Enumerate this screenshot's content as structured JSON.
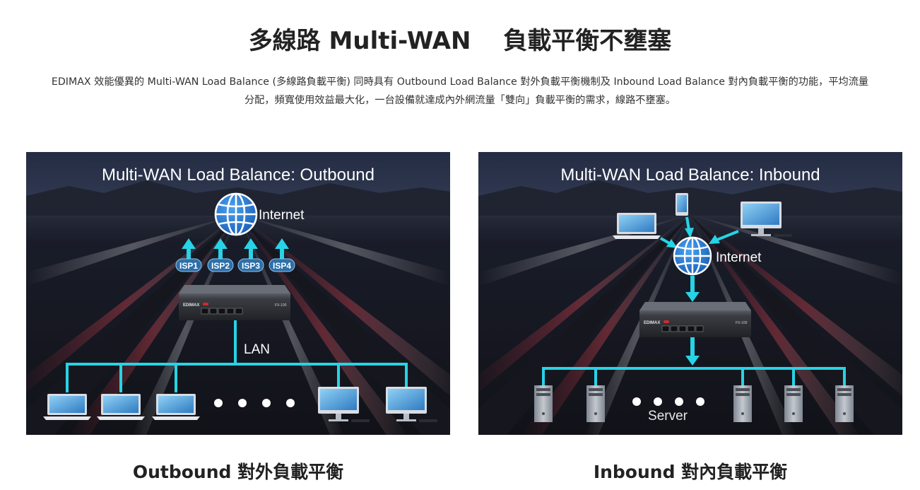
{
  "page": {
    "title": "多線路 Multi-WAN　 負載平衡不壅塞",
    "intro_line1": "EDIMAX 效能優異的 Multi-WAN Load Balance (多線路負載平衡) 同時具有 Outbound Load Balance 對外負載平衡機制及 Inbound Load Balance 對內負載平衡的功能，平均流量",
    "intro_line2": "分配，頻寬使用效益最大化，一台設備就達成內外網流量「雙向」負載平衡的需求，線路不壅塞。"
  },
  "outbound": {
    "title": "Multi-WAN Load Balance: Outbound",
    "internet_label": "Internet",
    "isp_labels": [
      "ISP1",
      "ISP2",
      "ISP3",
      "ISP4"
    ],
    "lan_label": "LAN",
    "device_brand": "EDIMAX",
    "device_model": "FX-100",
    "caption": "Outbound 對外負載平衡"
  },
  "inbound": {
    "title": "Multi-WAN Load Balance: Inbound",
    "internet_label": "Internet",
    "server_label": "Server",
    "device_brand": "EDIMAX",
    "device_model": "FX-100",
    "caption": "Inbound 對內負載平衡"
  },
  "colors": {
    "accent_cyan": "#27d3e6",
    "isp_badge": "#2e6fa8",
    "globe_blue": "#2a77d4"
  }
}
